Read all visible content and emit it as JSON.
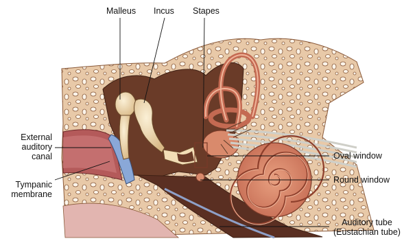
{
  "labels": {
    "malleus": "Malleus",
    "incus": "Incus",
    "stapes": "Stapes",
    "external_canal": [
      "External",
      "auditory",
      "canal"
    ],
    "tympanic": [
      "Tympanic",
      "membrane"
    ],
    "oval_window": "Oval window",
    "round_window": "Round window",
    "auditory_tube": [
      "Auditory tube",
      "(Eustachian tube)"
    ]
  },
  "colors": {
    "bone": "#e8c9a8",
    "bone_pore": "#ffffff",
    "cavity": "#6a3b28",
    "canal": "#b45a5a",
    "ossicle": "#f2deb6",
    "membrane": "#8aa8d8",
    "cochlea": "#d98a6c",
    "nerve": "#cfcfc8"
  }
}
